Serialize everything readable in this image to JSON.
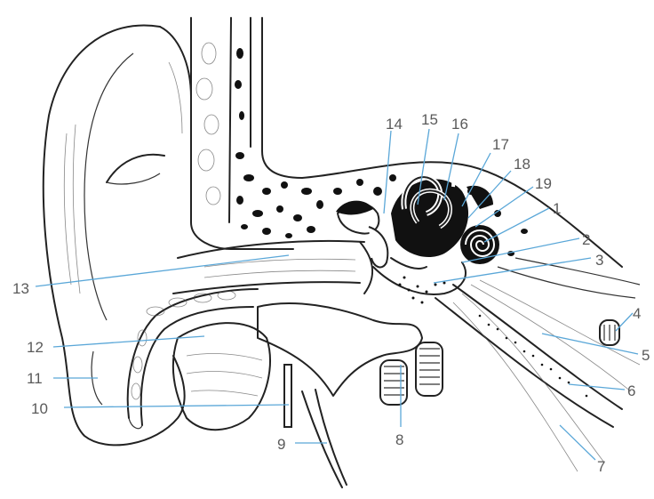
{
  "labels": [
    {
      "id": "1",
      "text": "1"
    },
    {
      "id": "2",
      "text": "2"
    },
    {
      "id": "3",
      "text": "3"
    },
    {
      "id": "4",
      "text": "4"
    },
    {
      "id": "5",
      "text": "5"
    },
    {
      "id": "6",
      "text": "6"
    },
    {
      "id": "7",
      "text": "7"
    },
    {
      "id": "8",
      "text": "8"
    },
    {
      "id": "9",
      "text": "9"
    },
    {
      "id": "10",
      "text": "10"
    },
    {
      "id": "11",
      "text": "11"
    },
    {
      "id": "12",
      "text": "12"
    },
    {
      "id": "13",
      "text": "13"
    },
    {
      "id": "14",
      "text": "14"
    },
    {
      "id": "15",
      "text": "15"
    },
    {
      "id": "16",
      "text": "16"
    },
    {
      "id": "17",
      "text": "17"
    },
    {
      "id": "18",
      "text": "18"
    },
    {
      "id": "19",
      "text": "19"
    }
  ],
  "colors": {
    "leader": "#5aa7d8",
    "ink": "#222222",
    "label": "#5a5a5a"
  }
}
